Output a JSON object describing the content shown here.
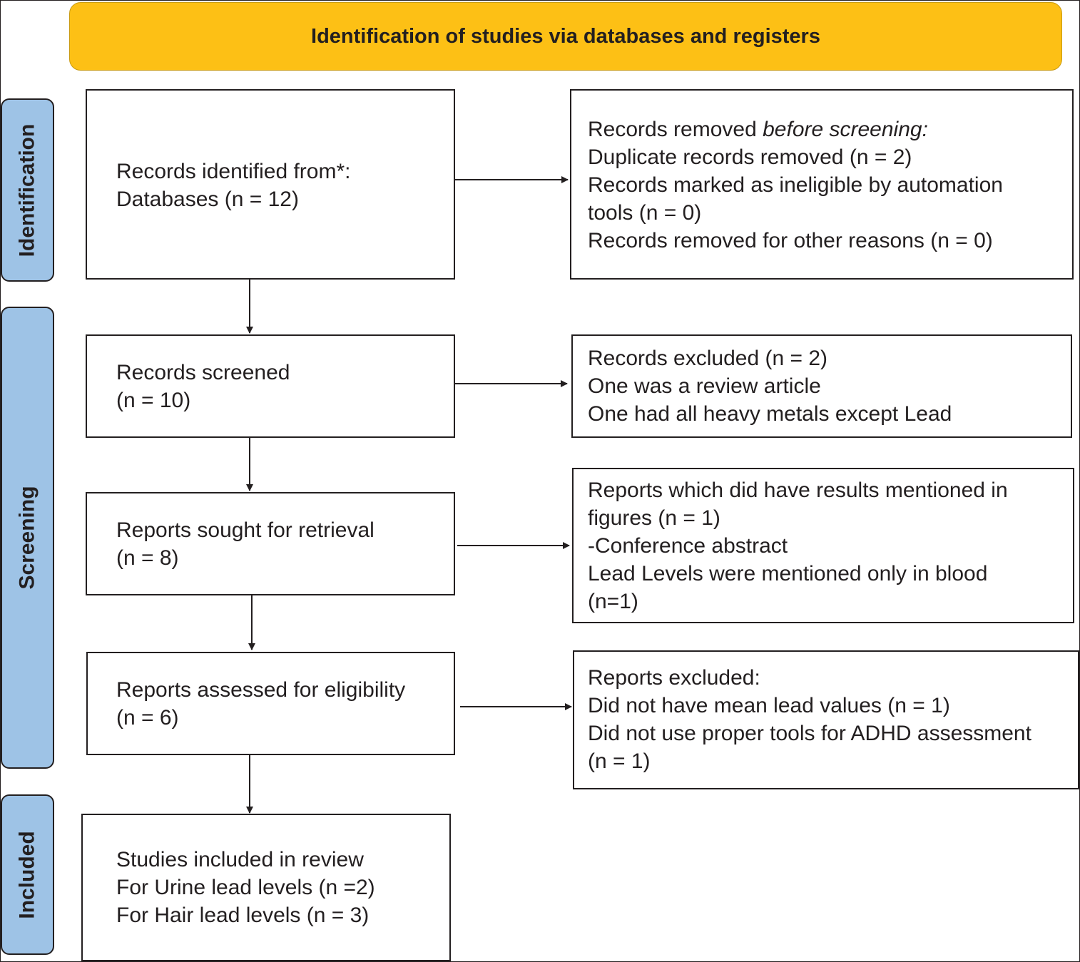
{
  "header": {
    "title": "Identification of studies via databases and registers"
  },
  "phases": {
    "identification": "Identification",
    "screening": "Screening",
    "included": "Included"
  },
  "boxes": {
    "records_identified": {
      "lines": [
        "Records identified from*:",
        "Databases (n = 12)"
      ]
    },
    "records_removed": {
      "line1_prefix": "Records removed ",
      "line1_italic": "before screening:",
      "lines": [
        "Duplicate records removed (n = 2)",
        "Records marked as ineligible by automation",
        "tools (n = 0)",
        "Records removed for other reasons (n = 0)"
      ]
    },
    "records_screened": {
      "lines": [
        "Records screened",
        "(n = 10)"
      ]
    },
    "records_excluded": {
      "lines": [
        "Records excluded (n = 2)",
        "One was a review article",
        "One had all heavy metals except Lead"
      ]
    },
    "reports_sought": {
      "lines": [
        "Reports sought for retrieval",
        "(n = 8)"
      ]
    },
    "reports_not_retrieved": {
      "lines": [
        "Reports which did have results mentioned in",
        "figures (n = 1)",
        "-Conference abstract",
        "Lead Levels were mentioned only in blood",
        "(n=1)"
      ]
    },
    "reports_assessed": {
      "lines": [
        "Reports assessed for eligibility",
        "(n = 6)"
      ]
    },
    "reports_excluded": {
      "lines": [
        "Reports excluded:",
        "Did not have mean lead values (n = 1)",
        "Did not use proper tools for ADHD assessment",
        "(n = 1)"
      ]
    },
    "studies_included": {
      "lines": [
        "Studies included in review",
        "For Urine lead levels (n =2)",
        "For Hair lead levels (n = 3)"
      ]
    }
  }
}
